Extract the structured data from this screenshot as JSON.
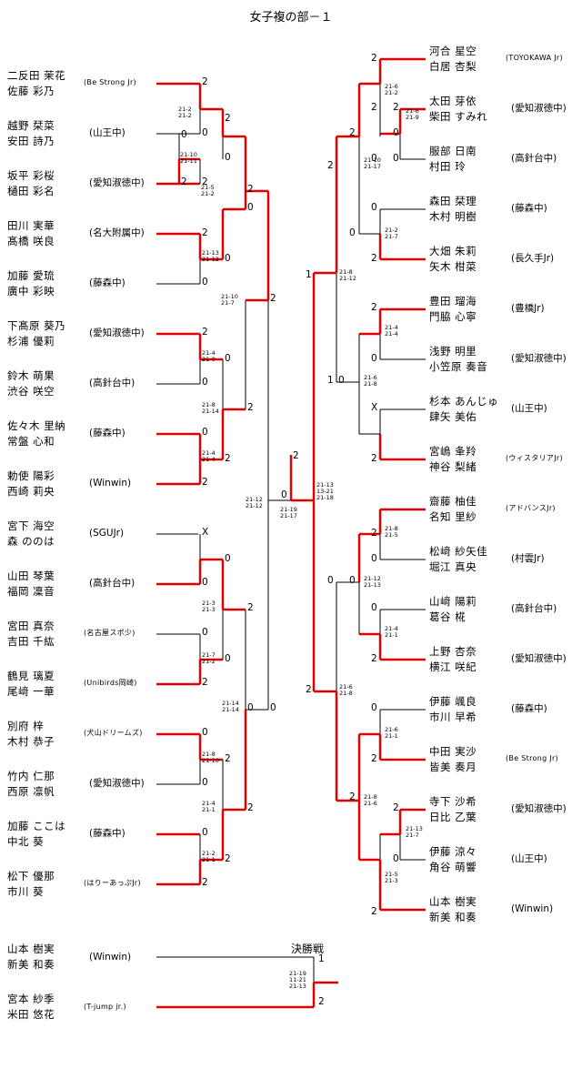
{
  "title": "女子複の部－１",
  "left_entries": [
    {
      "p1": "二反田 茉花",
      "p2": "佐藤 彩乃",
      "club": "(Be Strong Jr)",
      "small": true
    },
    {
      "p1": "越野 栞菜",
      "p2": "安田 詩乃",
      "club": "(山王中)",
      "small": false
    },
    {
      "p1": "坂平 彩桜",
      "p2": "樋田 彩名",
      "club": "(愛知淑徳中)",
      "small": false
    },
    {
      "p1": "田川 実華",
      "p2": "髙橋 咲良",
      "club": "(名大附属中)",
      "small": false
    },
    {
      "p1": "加藤 愛琉",
      "p2": "廣中 彩映",
      "club": "(藤森中)",
      "small": false
    },
    {
      "p1": "下髙原 葵乃",
      "p2": "杉浦 優莉",
      "club": "(愛知淑徳中)",
      "small": false
    },
    {
      "p1": "鈴木 萌果",
      "p2": "渋谷 咲空",
      "club": "(高針台中)",
      "small": false
    },
    {
      "p1": "佐々木 里納",
      "p2": "常盤 心和",
      "club": "(藤森中)",
      "small": false
    },
    {
      "p1": "勅使 陽彩",
      "p2": "西崎 莉央",
      "club": "(Winwin)",
      "small": false
    },
    {
      "p1": "宮下 海空",
      "p2": "森 ののは",
      "club": "(SGUJr)",
      "small": false
    },
    {
      "p1": "山田 琴葉",
      "p2": "福岡 凜音",
      "club": "(高針台中)",
      "small": false
    },
    {
      "p1": "宮田 真奈",
      "p2": "吉田 千紘",
      "club": "(名古屋スポ少)",
      "small": true
    },
    {
      "p1": "鶴見 璃夏",
      "p2": "尾﨑 一華",
      "club": "(Unibirds岡崎)",
      "small": true
    },
    {
      "p1": "別府 梓",
      "p2": "木村 恭子",
      "club": "(犬山ドリームズ)",
      "small": true
    },
    {
      "p1": "竹内 仁那",
      "p2": "西原 凛帆",
      "club": "(愛知淑徳中)",
      "small": false
    },
    {
      "p1": "加藤 ここは",
      "p2": "中北 葵",
      "club": "(藤森中)",
      "small": false
    },
    {
      "p1": "松下 優那",
      "p2": "市川 葵",
      "club": "(はりーあっぷJr)",
      "small": true
    }
  ],
  "right_entries": [
    {
      "p1": "河合 星空",
      "p2": "白居 杏梨",
      "club": "(TOYOKAWA Jr)",
      "small": true
    },
    {
      "p1": "太田 芽依",
      "p2": "柴田 すみれ",
      "club": "(愛知淑徳中)",
      "small": false
    },
    {
      "p1": "服部 日南",
      "p2": "村田 玲",
      "club": "(高針台中)",
      "small": false
    },
    {
      "p1": "森田 栞理",
      "p2": "木村 明樹",
      "club": "(藤森中)",
      "small": false
    },
    {
      "p1": "大畑 朱莉",
      "p2": "矢木 柑菜",
      "club": "(長久手Jr)",
      "small": false
    },
    {
      "p1": "豊田 瑠海",
      "p2": "門脇 心寧",
      "club": "(豊橋Jr)",
      "small": false
    },
    {
      "p1": "浅野 明里",
      "p2": "小笠原 奏音",
      "club": "(愛知淑徳中)",
      "small": false
    },
    {
      "p1": "杉本 あんじゅ",
      "p2": "肆矢 美佑",
      "club": "(山王中)",
      "small": false
    },
    {
      "p1": "宮嶋 夆羚",
      "p2": "神谷 梨緒",
      "club": "(ウィスタリアJr)",
      "small": true
    },
    {
      "p1": "齋藤 柚佳",
      "p2": "名知 里紗",
      "club": "(アドバンスJr)",
      "small": true
    },
    {
      "p1": "松﨑 紗矢佳",
      "p2": "堀江 真央",
      "club": "(村雲Jr)",
      "small": false
    },
    {
      "p1": "山﨑 陽莉",
      "p2": "葛谷 椛",
      "club": "(高針台中)",
      "small": false
    },
    {
      "p1": "上野 杏奈",
      "p2": "横江 咲紀",
      "club": "(愛知淑徳中)",
      "small": false
    },
    {
      "p1": "伊藤 颯良",
      "p2": "市川 早希",
      "club": "(藤森中)",
      "small": false
    },
    {
      "p1": "中田 実沙",
      "p2": "皆美 奏月",
      "club": "(Be Strong Jr)",
      "small": true
    },
    {
      "p1": "寺下 沙希",
      "p2": "日比 乙葉",
      "club": "(愛知淑徳中)",
      "small": false
    },
    {
      "p1": "伊藤 涼々",
      "p2": "角谷 萌響",
      "club": "(山王中)",
      "small": false
    },
    {
      "p1": "山本 樹実",
      "p2": "新美 和奏",
      "club": "(Winwin)",
      "small": false
    }
  ],
  "final": {
    "label": "決勝戦",
    "top": {
      "p1": "山本 樹実",
      "p2": "新美 和奏",
      "club": "(Winwin)",
      "result": "1"
    },
    "bottom": {
      "p1": "宮本 紗季",
      "p2": "米田 悠花",
      "club": "(T-jump jr.)",
      "result": "2"
    },
    "score": "21-19\n11-21\n21-13"
  },
  "left_results": [
    "2",
    "0",
    "0",
    "2",
    "2",
    "0",
    "2",
    "0",
    "2",
    "0",
    "0",
    "2",
    "2",
    "0",
    "0",
    "2",
    "2",
    "0",
    "X",
    "0",
    "2",
    "0",
    "2",
    "2",
    "0",
    "0",
    "2",
    "0",
    "2",
    "2",
    "0",
    "2",
    "2",
    "0",
    "2",
    "0",
    "2",
    "2"
  ],
  "right_results": [
    "2",
    "2",
    "0",
    "0",
    "2",
    "2",
    "0",
    "1",
    "2",
    "0",
    "2",
    "0",
    "1",
    "X",
    "2",
    "2",
    "0",
    "2",
    "0",
    "2",
    "2",
    "0",
    "2",
    "0",
    "0",
    "2",
    "2",
    "2",
    "0",
    "1",
    "2"
  ],
  "center_results": [
    "0",
    "2",
    "2"
  ],
  "left_scores": [
    "21-2\n21-2",
    "21-10\n21-11",
    "21-5\n21-2",
    "21-13\n21-12",
    "21-10\n21-7",
    "21-4\n21-0",
    "21-8\n21-14",
    "21-4\n21-4",
    "21-12\n21-12",
    "21-3\n21-3",
    "21-7\n21-2",
    "21-14\n21-14",
    "21-8\n21-10",
    "21-4\n21-1",
    "21-2\n21-1"
  ],
  "right_scores": [
    "21-6\n21-2",
    "21-6\n21-9",
    "21-10\n21-17",
    "21-2\n21-7",
    "21-8\n21-12",
    "21-4\n21-4",
    "21-6\n21-8",
    "21-8\n21-5",
    "21-12\n21-13",
    "21-4\n21-1",
    "21-6\n21-8",
    "21-6\n21-1",
    "21-8\n21-6",
    "21-13\n21-7",
    "21-5\n21-3"
  ],
  "center_scores": [
    "21-19\n21-17",
    "21-13\n13-21\n21-18"
  ],
  "colors": {
    "win": "#e00000",
    "line": "#000000"
  }
}
